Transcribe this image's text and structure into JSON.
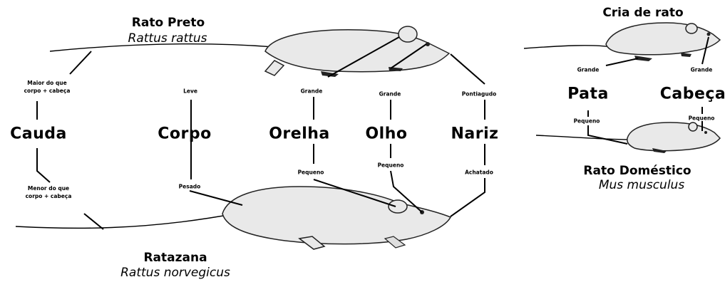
{
  "top_rat": {
    "name": "Rato Preto",
    "scientific": "Rattus rattus"
  },
  "bottom_rat": {
    "name": "Ratazana",
    "scientific": "Rattus norvegicus"
  },
  "baby_rat": {
    "title": "Cria de rato"
  },
  "house_mouse": {
    "name": "Rato Doméstico",
    "scientific": "Mus musculus"
  },
  "features": {
    "tail": {
      "label": "Cauda",
      "top": "Maior do que\ncorpo + cabeça",
      "bottom": "Menor do que\ncorpo + cabeça"
    },
    "body": {
      "label": "Corpo",
      "top": "Leve",
      "bottom": "Pesado"
    },
    "ear": {
      "label": "Orelha",
      "top": "Grande",
      "bottom": "Pequeno"
    },
    "eye": {
      "label": "Olho",
      "top": "Grande",
      "bottom": "Pequeno"
    },
    "nose": {
      "label": "Nariz",
      "top": "Pontiagudo",
      "bottom": "Achatado"
    },
    "foot": {
      "label": "Pata",
      "top": "Grande",
      "bottom": "Pequeno"
    },
    "head": {
      "label": "Cabeça",
      "top": "Grande",
      "bottom": "Pequeno"
    }
  }
}
